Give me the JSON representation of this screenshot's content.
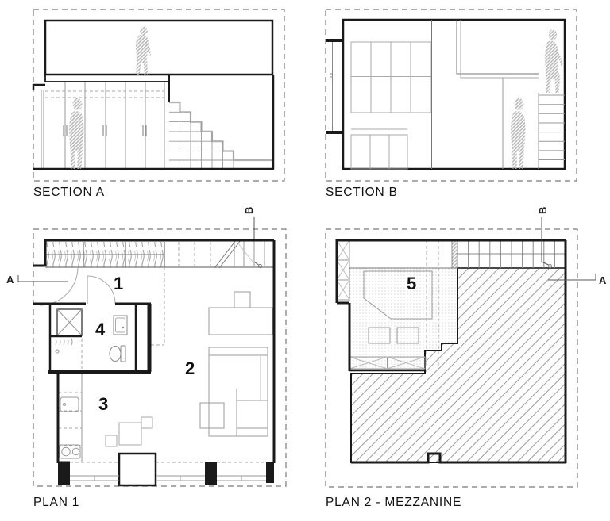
{
  "panels": {
    "section_a": {
      "label": "SECTION A"
    },
    "section_b": {
      "label": "SECTION B"
    },
    "plan_1": {
      "label": "PLAN 1"
    },
    "plan_2": {
      "label": "PLAN 2 - MEZZANINE"
    }
  },
  "rooms": {
    "r1": "1",
    "r2": "2",
    "r3": "3",
    "r4": "4",
    "r5": "5"
  },
  "markers": {
    "a": "A",
    "b": "B"
  },
  "colors": {
    "wall": "#1a1a1a",
    "light_line": "#999999",
    "dashed_border": "#7a7a7a",
    "hatch": "#9a9a9a",
    "figure_hatch": "#b4b4b4"
  }
}
